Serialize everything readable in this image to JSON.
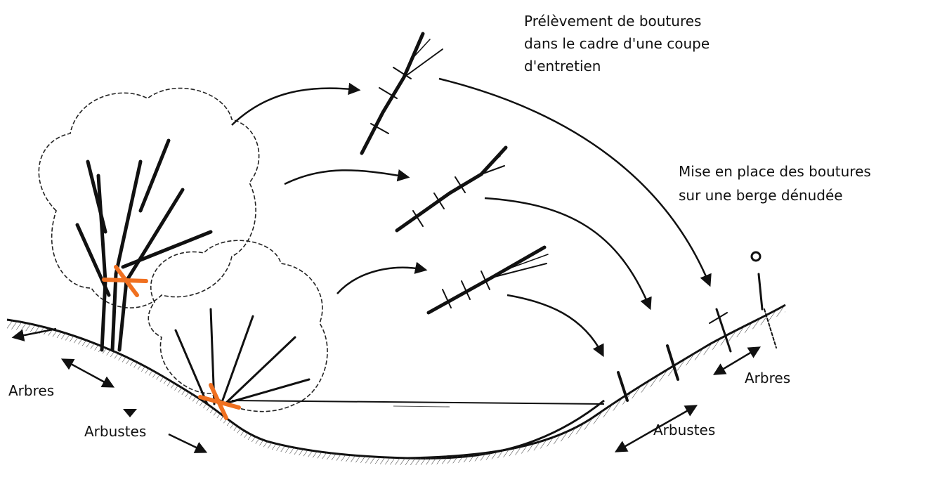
{
  "annotations": {
    "harvest_lines": [
      "Prélèvement de boutures",
      "dans le cadre d'une coupe",
      "d'entretien"
    ],
    "planting_lines": [
      "Mise en place des boutures",
      "sur une berge dénudée"
    ]
  },
  "zone_labels": {
    "left_trees": "Arbres",
    "left_shrubs": "Arbustes",
    "right_trees": "Arbres",
    "right_shrubs": "Arbustes"
  },
  "colors": {
    "ink": "#111111",
    "cut_mark": "#f07020",
    "background": "#ffffff"
  }
}
